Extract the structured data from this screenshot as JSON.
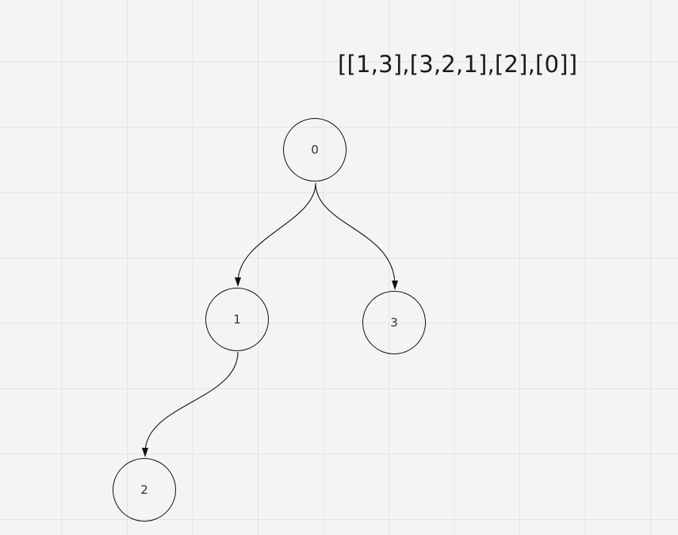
{
  "title": "[[1,3],[3,2,1],[2],[0]]",
  "nodes": [
    {
      "id": "0",
      "label": "0"
    },
    {
      "id": "1",
      "label": "1"
    },
    {
      "id": "2",
      "label": "2"
    },
    {
      "id": "3",
      "label": "3"
    }
  ],
  "edges": [
    {
      "from": "0",
      "to": "1"
    },
    {
      "from": "0",
      "to": "3"
    },
    {
      "from": "1",
      "to": "2"
    }
  ],
  "colors": {
    "background": "#f4f4f4",
    "grid": "#e3e3e3",
    "stroke": "#111111",
    "text": "#1a1a1a"
  }
}
